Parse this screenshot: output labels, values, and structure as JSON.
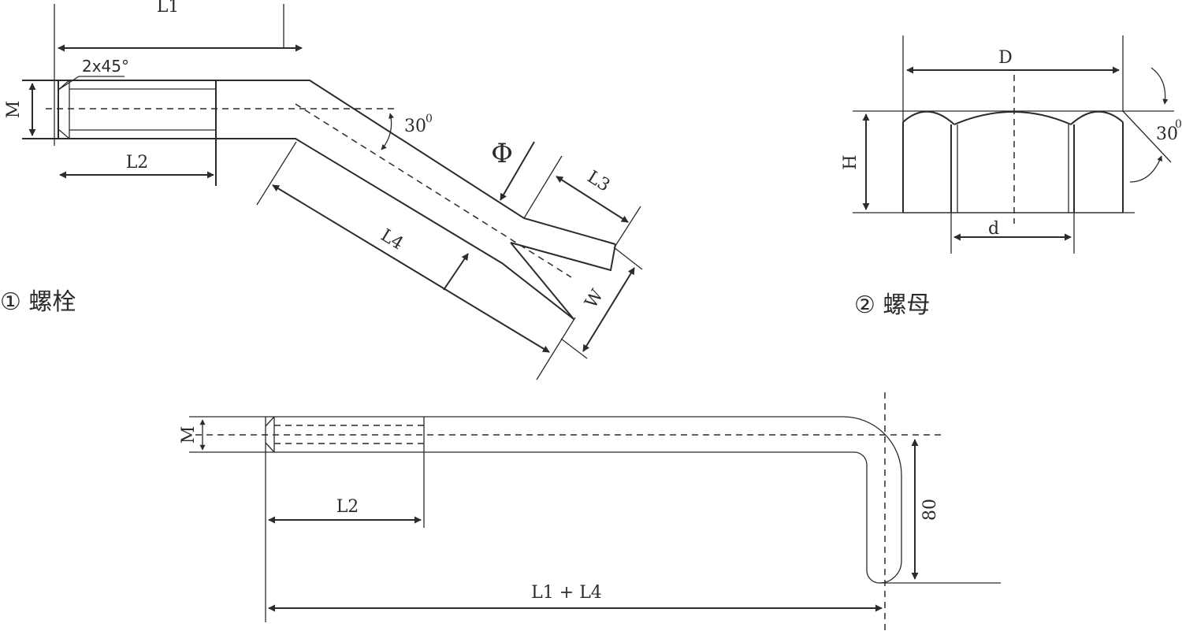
{
  "bolt_view": {
    "caption": "① 螺栓",
    "chamfer_label": "2x45°",
    "dim_L1": "L1",
    "dim_L2": "L2",
    "dim_L3": "L3",
    "dim_L4": "L4",
    "dim_M": "M",
    "dim_W": "W",
    "dim_phi": "Φ",
    "angle_value": "30",
    "angle_sup": "0"
  },
  "nut_view": {
    "caption": "② 螺母",
    "dim_D": "D",
    "dim_d": "d",
    "dim_H": "H",
    "angle_value": "30",
    "angle_sup": "0"
  },
  "hook_view": {
    "dim_M": "M",
    "dim_L2": "L2",
    "dim_total": "L1 + L4",
    "dim_hook": "80"
  }
}
